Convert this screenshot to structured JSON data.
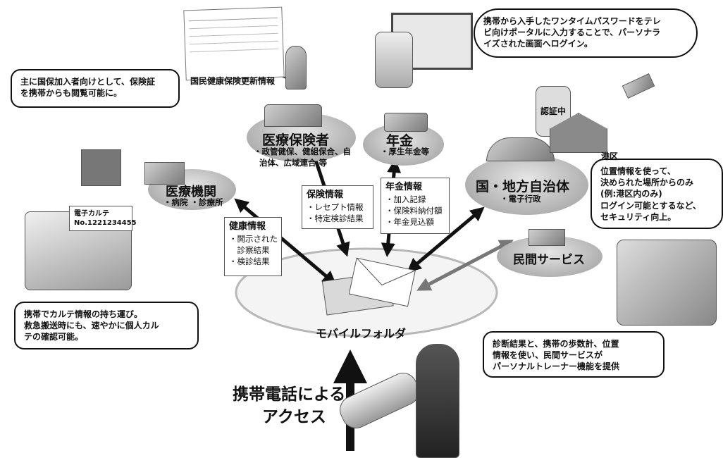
{
  "callouts": {
    "insurance_card": [
      "主に国保加入者向けとして、保険証",
      "を携帯からも閲覧可能に。"
    ],
    "tv_portal": [
      "携帯から入手したワンタイムパスワードをテレ",
      "ビ向けポータルに入力することで、パーソナラ",
      "イズされた画面へログイン。"
    ],
    "location": [
      "位置情報を使って、",
      "決められた場所からのみ",
      "(例:港区内のみ)",
      "ログイン可能とするなど、",
      "セキュリティ向上。"
    ],
    "karte": [
      "携帯でカルテ情報の持ち運び。",
      "救急搬送時にも、速やかに個人カル",
      "テの確認可能。"
    ],
    "trainer": [
      "診断結果と、携帯の歩数計、位置",
      "情報を使い、民間サービスが",
      "パーソナルトレーナー機能を提供"
    ]
  },
  "nodes": {
    "insurer": {
      "title": "医療保険者",
      "sub": [
        "・政管健保、健組保合、自",
        "治体、広域連合 等"
      ]
    },
    "pension": {
      "title": "年金",
      "sub": [
        "・厚生年金等"
      ]
    },
    "medical": {
      "title": "医療機関",
      "sub": [
        "・病院 ・診療所"
      ]
    },
    "government": {
      "title": "国・地方自治体",
      "sub": [
        "・電子行政"
      ]
    },
    "private": {
      "title": "民間サービス"
    },
    "folder": {
      "title": "モバイルフォルダ"
    }
  },
  "infoboxes": {
    "health": {
      "title": "健康情報",
      "items": [
        "・開示された",
        "　診察結果",
        "・検診結果"
      ]
    },
    "insurance": {
      "title": "保険情報",
      "items": [
        "・レセプト情報",
        "・特定検診結果"
      ]
    },
    "pension": {
      "title": "年金情報",
      "items": [
        "・加入記録",
        "・保険料納付額",
        "・年金見込額"
      ]
    }
  },
  "labels": {
    "doc_title": "国民健康保険更新情報",
    "karte_card": [
      "電子カルテ",
      "No.1221234455"
    ],
    "auth": "認証中",
    "area": "港区",
    "access": [
      "携帯電話による",
      "アクセス"
    ]
  },
  "colors": {
    "arrow": "#111111",
    "ellipse": "#9a9a9a",
    "ring": "#b8b8b8"
  }
}
